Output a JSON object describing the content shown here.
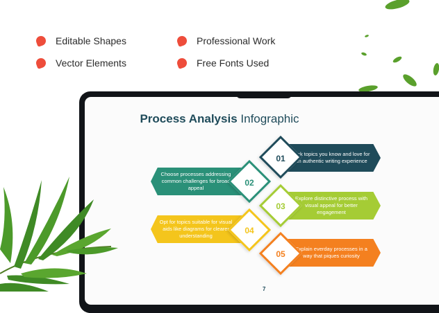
{
  "features": [
    {
      "label": "Editable Shapes"
    },
    {
      "label": "Professional Work"
    },
    {
      "label": "Vector Elements"
    },
    {
      "label": "Free Fonts Used"
    }
  ],
  "slide": {
    "title_bold": "Process Analysis",
    "title_light": "Infographic",
    "steps": [
      {
        "number": "01",
        "text": "Pick topics you know and love for an authentic writing experience",
        "color": "#1f4b5a"
      },
      {
        "number": "02",
        "text": "Choose processes addressing common challenges for broad appeal",
        "color": "#2a9078"
      },
      {
        "number": "03",
        "text": "Explore distinctive process with visual appeal for better engagement",
        "color": "#a5cc35"
      },
      {
        "number": "04",
        "text": "Opt for topics suitable for visual aids like diagrams for clearer understanding",
        "color": "#f4c51c"
      },
      {
        "number": "05",
        "text": "Explain everday processes in a way that piques curiosity",
        "color": "#f4801f"
      }
    ],
    "page_number": "7"
  },
  "colors": {
    "bullet": "#ee4d3b",
    "leaf": "#3f8a25"
  }
}
